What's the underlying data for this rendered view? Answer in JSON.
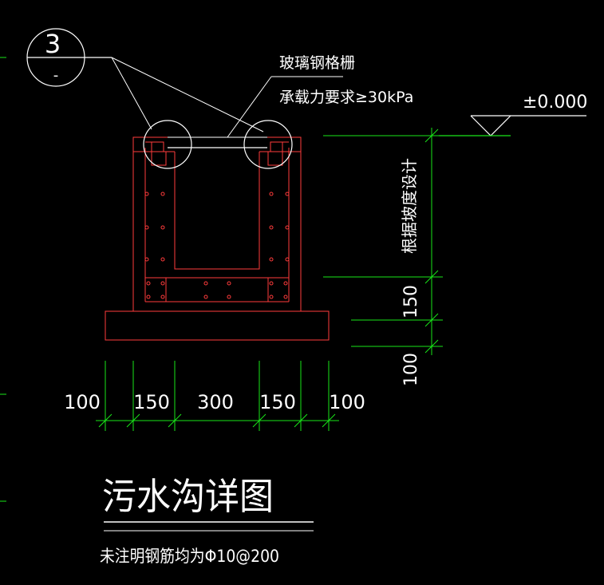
{
  "colors": {
    "background": "#000000",
    "concrete_outline": "#ff3b3b",
    "dimension_lines": "#19e619",
    "text": "#ffffff",
    "leader_lines": "#ffffff"
  },
  "callout": {
    "number": "3",
    "sheet": "-"
  },
  "note_grate": {
    "line1": "玻璃钢格栅",
    "line2": "承载力要求≥30kPa"
  },
  "elevation": {
    "label": "±0.000"
  },
  "vertical_dims": {
    "depth": "根据坡度设计",
    "base": "150",
    "cushion": "100"
  },
  "horizontal_dims": [
    "100",
    "150",
    "300",
    "150",
    "100"
  ],
  "title": {
    "text": "污水沟详图",
    "note": "未注明钢筋均为Φ10@200"
  }
}
